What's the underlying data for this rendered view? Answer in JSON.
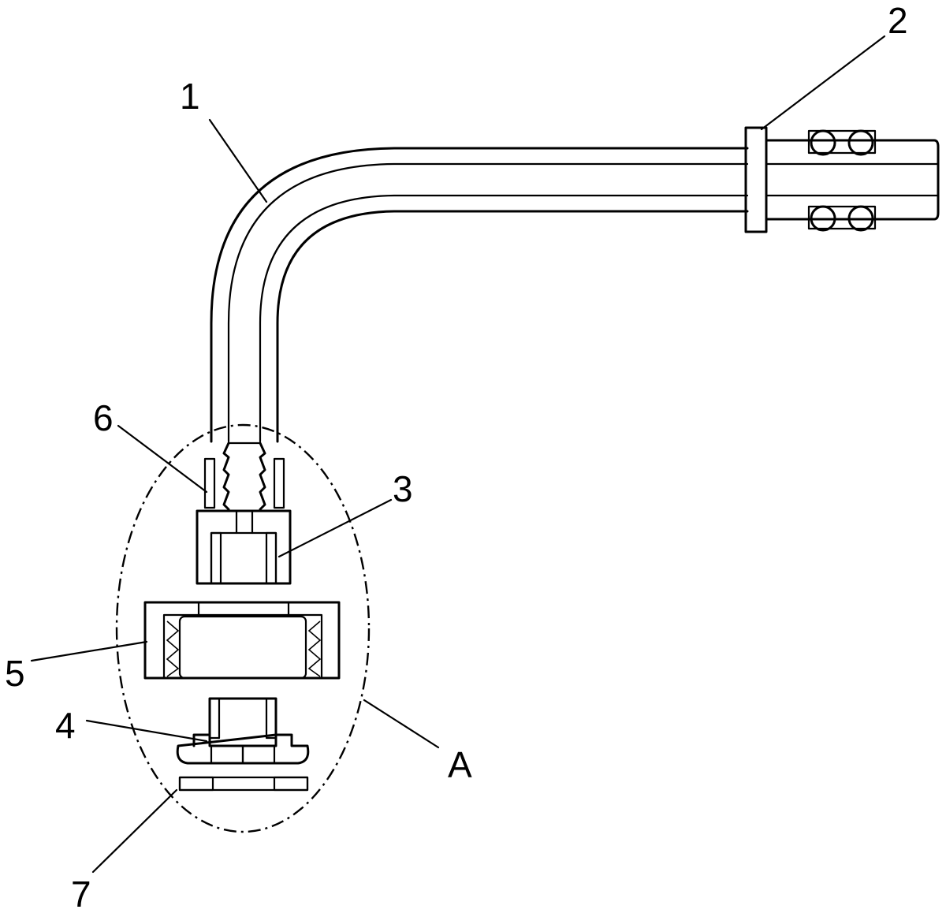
{
  "labels": {
    "l1": "1",
    "l2": "2",
    "l3": "3",
    "l4": "4",
    "l5": "5",
    "l6": "6",
    "l7": "7",
    "lA": "A"
  }
}
